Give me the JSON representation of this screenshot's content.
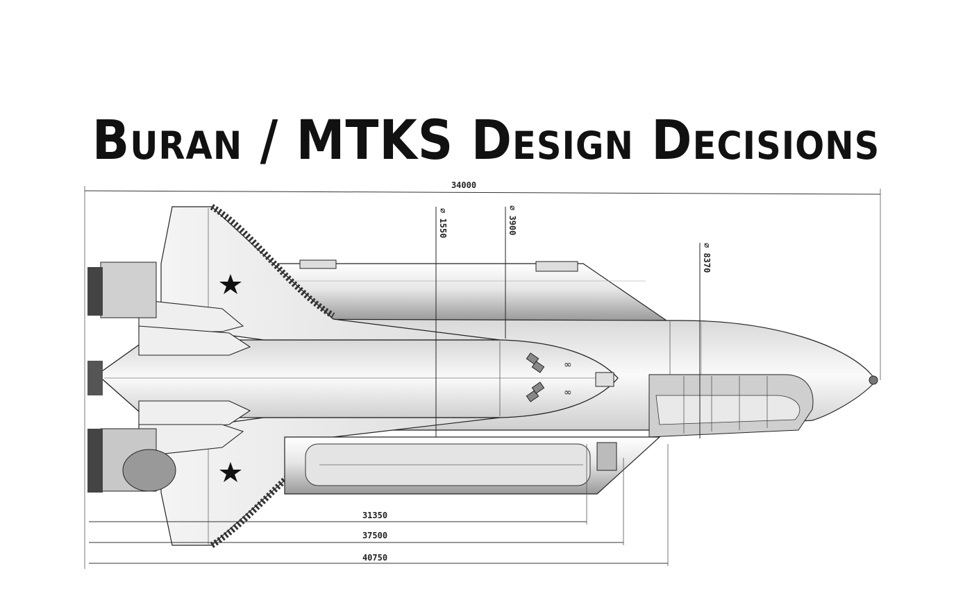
{
  "title": "Buran / MTKS Design Decisions",
  "drawing": {
    "dimensions": {
      "overall_length": "34000",
      "length_a": "31350",
      "length_b": "37500",
      "length_c": "40750"
    },
    "diameters": {
      "d1": "⌀ 1550",
      "d2": "⌀ 3900",
      "d3": "⌀ 8370"
    }
  }
}
